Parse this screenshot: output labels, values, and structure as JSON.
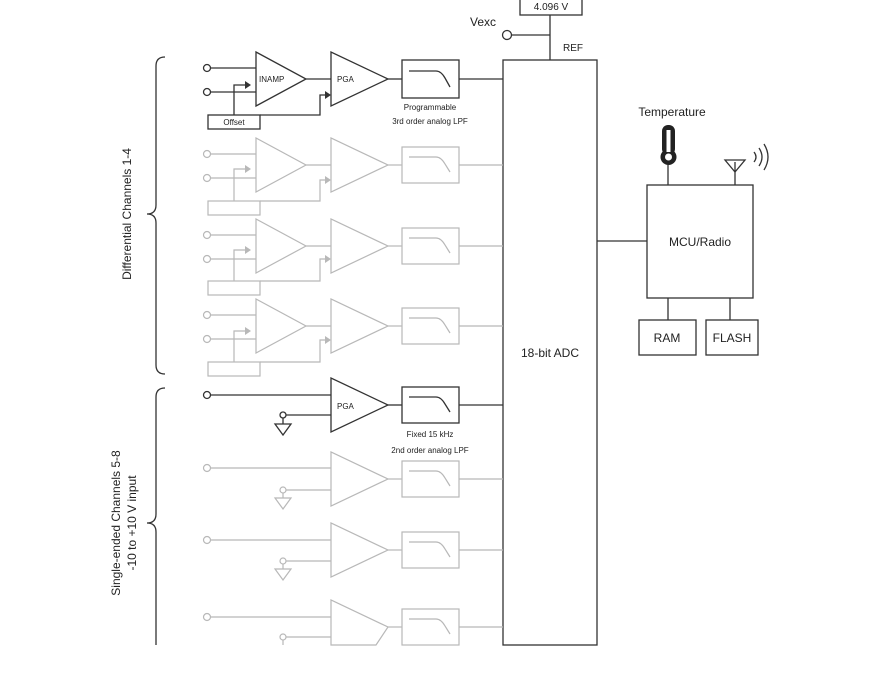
{
  "top_box_value": "4.096 V",
  "vexc_label": "Vexc",
  "ref_label": "REF",
  "adc_label": "18-bit ADC",
  "mcu_label": "MCU/Radio",
  "ram_label": "RAM",
  "flash_label": "FLASH",
  "temperature_label": "Temperature",
  "differential_label": "Differential Channels 1-4",
  "single_ended_label_line1": "Single-ended Channels 5-8",
  "single_ended_label_line2": "-10 to +10 V input",
  "inamp_label": "INAMP",
  "pga_label": "PGA",
  "offset_label": "Offset",
  "lpf1_line1": "Programmable",
  "lpf1_line2": "3rd order analog LPF",
  "lpf2_line1": "Fixed 15 kHz",
  "lpf2_line2": "2nd order analog LPF"
}
